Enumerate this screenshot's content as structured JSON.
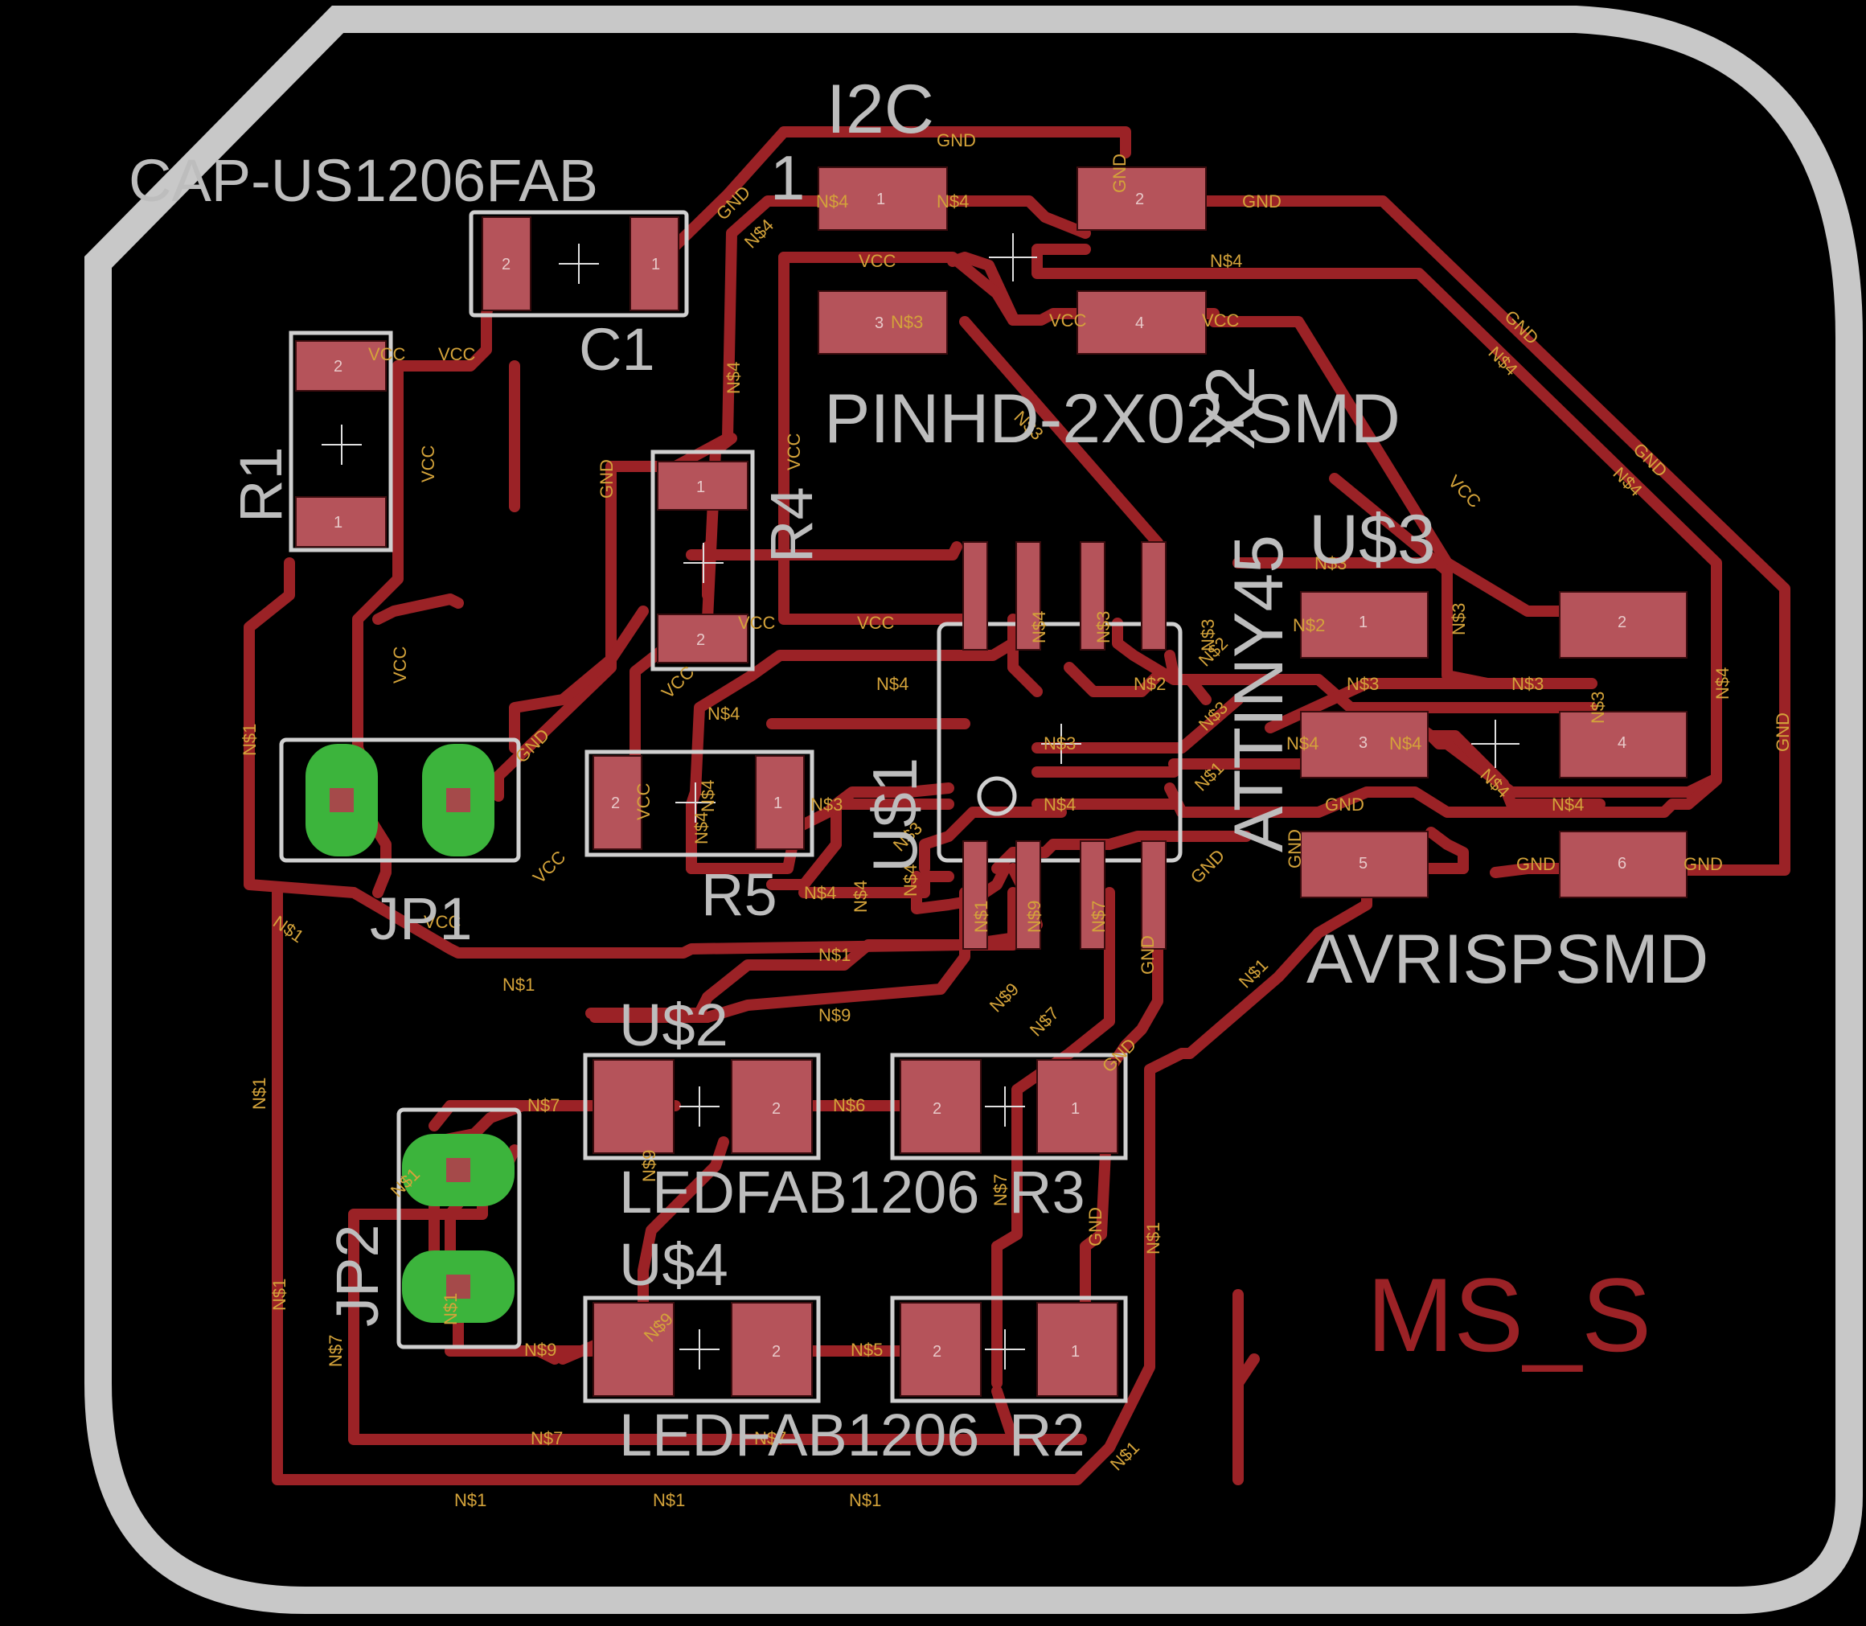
{
  "board": {
    "title": "MS_S",
    "colors": {
      "copper": "#9b2226",
      "silkscreen": "#bdbdbd",
      "outline": "#c8c8c8",
      "pad": "#b5535a",
      "through_hole": "#3cb43c",
      "net_label": "#d4a33a",
      "background": "#000000"
    }
  },
  "labels": {
    "cap": "CAP-US1206FAB",
    "c1": "C1",
    "r1": "R1",
    "r4": "R4",
    "r5": "R5",
    "i2c": "I2C",
    "pin1": "1",
    "pinhd": "PINHD-2X02-SMD",
    "x2": "X2",
    "attiny": "ATTINY45",
    "u1": "U$1",
    "u2": "U$2",
    "u3": "U$3",
    "u4": "U$4",
    "avrisp": "AVRISPSMD",
    "jp1": "JP1",
    "jp2": "JP2",
    "led1": "LEDFAB1206",
    "led2": "LEDFAB1206",
    "r3": "R3",
    "r2": "R2"
  },
  "nets": {
    "gnd": "GND",
    "vcc": "VCC",
    "n1": "N$1",
    "n2": "N$2",
    "n3": "N$3",
    "n4": "N$4",
    "n5": "N$5",
    "n6": "N$6",
    "n7": "N$7",
    "n9": "N$9"
  },
  "pin_numbers": {
    "p1": "1",
    "p2": "2",
    "p3": "3",
    "p4": "4",
    "p5": "5",
    "p6": "6"
  }
}
